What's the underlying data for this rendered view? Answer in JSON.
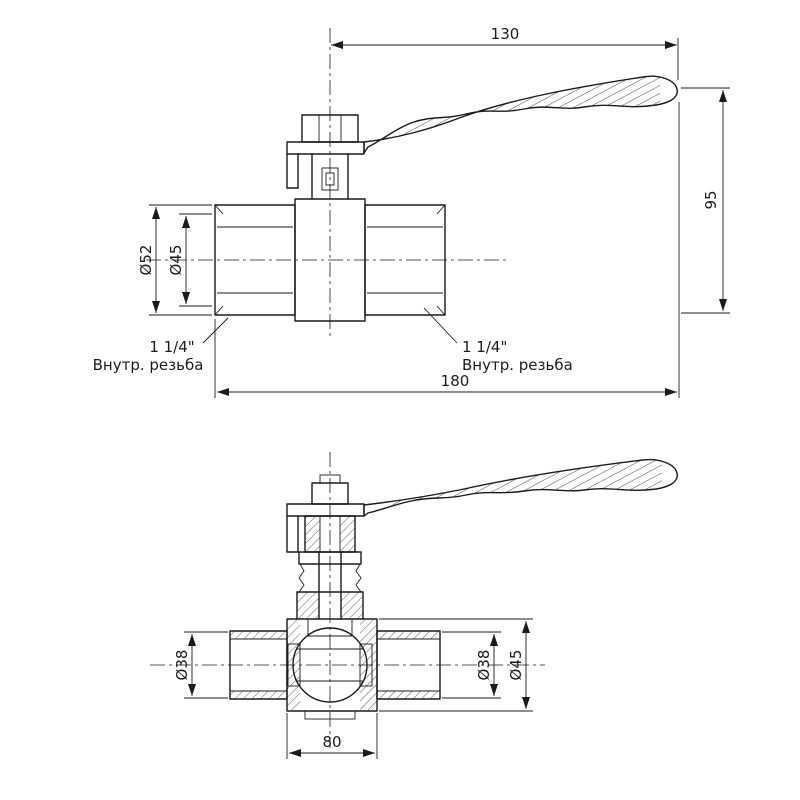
{
  "drawing": {
    "background": "#ffffff",
    "line_color": "#1b1b1b",
    "side_view": {
      "dim_handle": "130",
      "dim_height": "95",
      "dim_body_od": "Ø52",
      "dim_union_od": "Ø45",
      "dim_overall": "180",
      "thread_left_size": "1 1/4\"",
      "thread_left_label": "Внутр. резьба",
      "thread_right_size": "1 1/4\"",
      "thread_right_label": "Внутр. резьба"
    },
    "section_view": {
      "dim_bore_left": "Ø38",
      "dim_bore_right": "Ø38",
      "dim_body": "Ø45",
      "dim_center_width": "80"
    }
  }
}
